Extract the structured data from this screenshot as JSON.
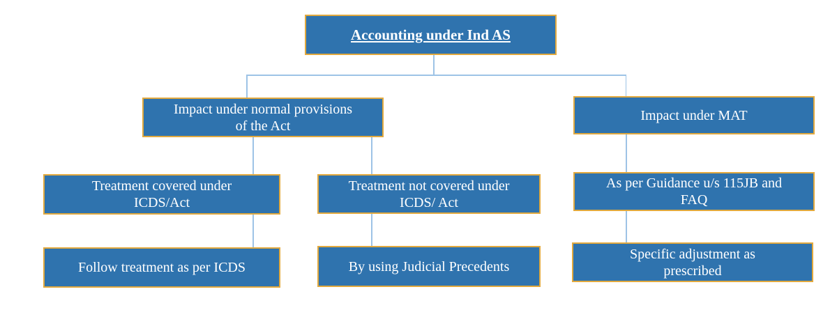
{
  "diagram": {
    "type": "flowchart",
    "colors": {
      "box_fill": "#2F73AE",
      "box_border": "#E2A93E",
      "connector": "#9DC3E6",
      "text": "#FFFFFF",
      "background": "#FFFFFF"
    },
    "nodes": {
      "root": {
        "label": "Accounting under Ind AS"
      },
      "normal": {
        "label": "Impact under normal provisions\nof the Act"
      },
      "mat": {
        "label": "Impact under MAT"
      },
      "covered": {
        "label": "Treatment covered under\nICDS/Act"
      },
      "not_covered": {
        "label": "Treatment not covered under\nICDS/ Act"
      },
      "guidance": {
        "label": "As per Guidance u/s 115JB and\nFAQ"
      },
      "follow": {
        "label": "Follow treatment as per ICDS"
      },
      "judicial": {
        "label": "By using Judicial Precedents"
      },
      "specific": {
        "label": "Specific adjustment as\nprescribed"
      }
    },
    "edges": [
      {
        "from": "root",
        "to": "normal"
      },
      {
        "from": "root",
        "to": "mat"
      },
      {
        "from": "normal",
        "to": "covered"
      },
      {
        "from": "normal",
        "to": "not_covered"
      },
      {
        "from": "mat",
        "to": "guidance"
      },
      {
        "from": "covered",
        "to": "follow"
      },
      {
        "from": "not_covered",
        "to": "judicial"
      },
      {
        "from": "guidance",
        "to": "specific"
      }
    ]
  }
}
